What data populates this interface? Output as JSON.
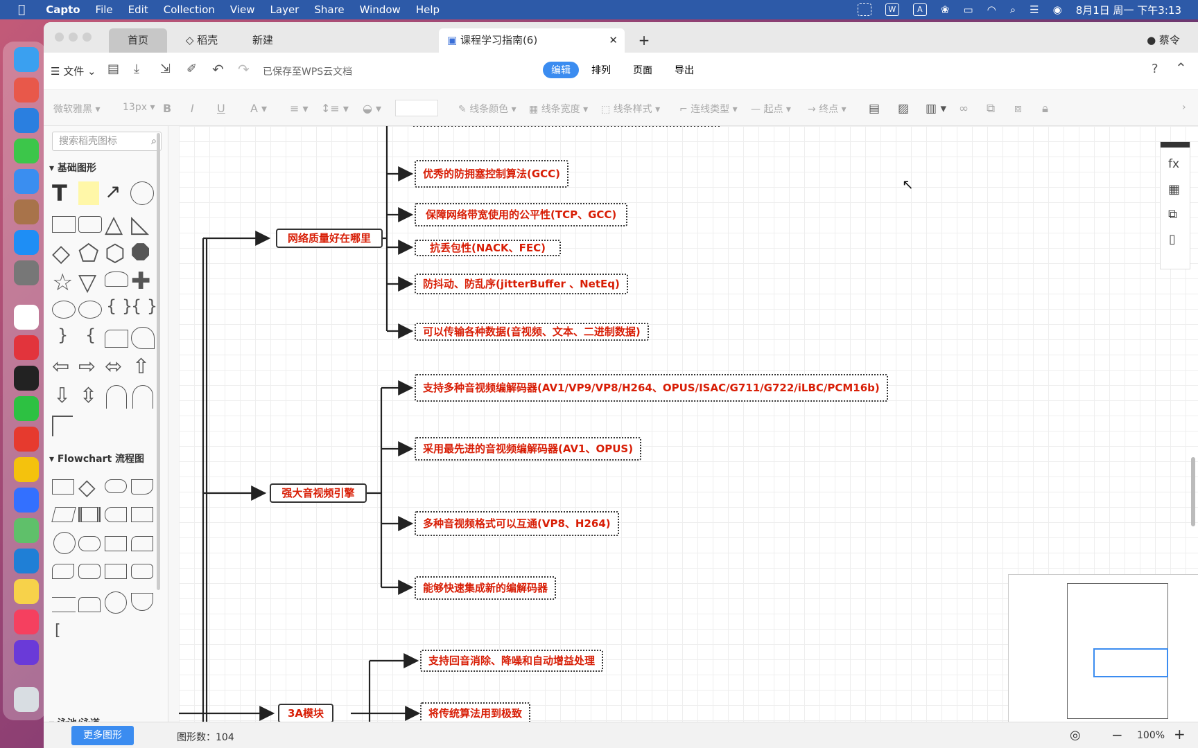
{
  "menubar": {
    "app": "Capto",
    "items": [
      "File",
      "Edit",
      "Collection",
      "View",
      "Layer",
      "Share",
      "Window",
      "Help"
    ],
    "clock": "8月1日 周一 下午3:13"
  },
  "tabs": {
    "home": "首页",
    "daoke": "稻壳",
    "new": "新建",
    "doc": "课程学习指南(6)",
    "user": "蔡令"
  },
  "toolbar": {
    "file": "文件",
    "saved": "已保存至WPS云文档",
    "modes": [
      "编辑",
      "排列",
      "页面",
      "导出"
    ]
  },
  "format": {
    "font": "微软雅黑",
    "size": "13px",
    "line_color": "线条颜色",
    "line_width": "线条宽度",
    "line_style": "线条样式",
    "conn_type": "连线类型",
    "start": "起点",
    "end": "终点"
  },
  "sidebar": {
    "search_placeholder": "搜索稻壳图标",
    "basic": "基础图形",
    "flowchart": "Flowchart 流程图",
    "swimlane": "泳池/泳道",
    "more": "更多图形"
  },
  "diagram": {
    "nodes": {
      "network": "网络质量好在哪里",
      "engine": "强大音视频引擎",
      "threeA": "3A模块"
    },
    "leaves": {
      "gcc": "优秀的防拥塞控制算法(GCC)",
      "fair": "保障网络带宽使用的公平性(TCP、GCC)",
      "loss": "抗丢包性(NACK、FEC)",
      "jitter": "防抖动、防乱序(jitterBuffer 、NetEq)",
      "data": "可以传输各种数据(音视频、文本、二进制数据)",
      "codecs": "支持多种音视频编解码器(AV1/VP9/VP8/H264、OPUS/ISAC/G711/G722/iLBC/PCM16b)",
      "advanced": "采用最先进的音视频编解码器(AV1、OPUS)",
      "interop": "多种音视频格式可以互通(VP8、H264)",
      "integrate": "能够快速集成新的编解码器",
      "aec": "支持回音消除、降噪和自动增益处理",
      "traditional": "将传统算法用到极致"
    }
  },
  "status": {
    "shapes": "图形数：104",
    "zoom": "100%"
  }
}
